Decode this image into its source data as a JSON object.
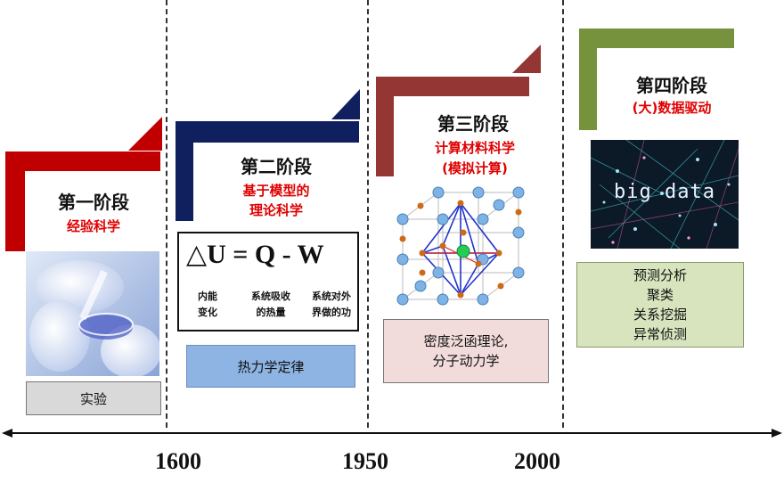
{
  "stages": [
    {
      "title": "第一阶段",
      "subtitle_lines": [
        "经验科学"
      ],
      "box_label": "实验"
    },
    {
      "title": "第二阶段",
      "subtitle_lines": [
        "基于模型的",
        "理论科学"
      ],
      "box_label": "热力学定律"
    },
    {
      "title": "第三阶段",
      "subtitle_lines": [
        "计算材料科学",
        "(模拟计算)"
      ],
      "box_lines": [
        "密度泛函理论,",
        "分子动力学"
      ]
    },
    {
      "title": "第四阶段",
      "subtitle_lines": [
        "(大)数据驱动"
      ],
      "box_lines": [
        "预测分析",
        "聚类",
        "关系挖掘",
        "异常侦测"
      ]
    }
  ],
  "equation": {
    "main": "△U = Q - W",
    "labels": [
      [
        "内能",
        "变化"
      ],
      [
        "系统吸收",
        "的热量"
      ],
      [
        "系统对外",
        "界做的功"
      ]
    ]
  },
  "image_text": {
    "big_data": "big data"
  },
  "timeline": {
    "years": [
      "1600",
      "1950",
      "2000"
    ]
  },
  "colors": {
    "stage1": "#c00000",
    "stage2": "#10205e",
    "stage3": "#943634",
    "stage4": "#76923c",
    "box1": "#d9d9d9",
    "box2": "#8eb4e3",
    "box3": "#f2dcdb",
    "box4": "#d7e4bd",
    "highlight": "#e00000"
  }
}
